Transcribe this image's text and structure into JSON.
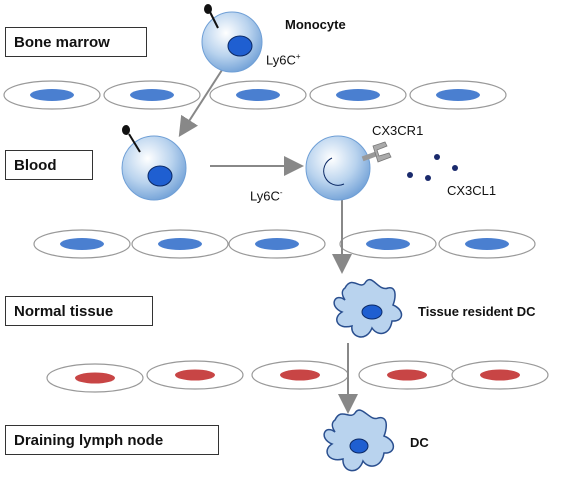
{
  "compartments": {
    "bone_marrow": "Bone marrow",
    "blood": "Blood",
    "normal_tissue": "Normal tissue",
    "draining_lymph_node": "Draining lymph node"
  },
  "cells": {
    "monocyte": "Monocyte",
    "ly6c_plus_base": "Ly6C",
    "ly6c_plus_sup": "+",
    "ly6c_minus_base": "Ly6C",
    "ly6c_minus_sup": "-",
    "receptor": "CX3CR1",
    "ligand": "CX3CL1",
    "tissue_dc": "Tissue resident DC",
    "dc": "DC"
  },
  "colors": {
    "cell_fill": "#b9d3ee",
    "nucleus_blue": "#1f5fd1",
    "endo_nucleus_blue": "#4a7fd0",
    "endo_nucleus_red": "#c84545",
    "arrow": "#888888",
    "ligand_dot": "#1a2a6c"
  }
}
